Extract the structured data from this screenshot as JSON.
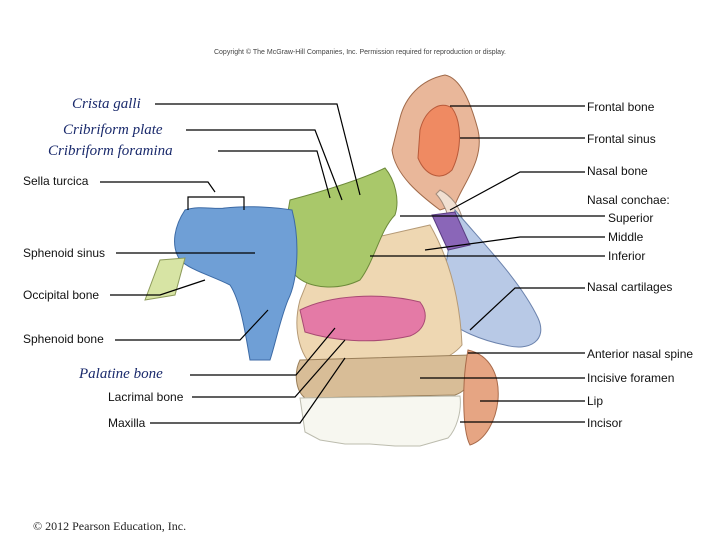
{
  "copyright": "Copyright © The McGraw-Hill Companies, Inc. Permission required for reproduction or display.",
  "footer": "© 2012 Pearson Education, Inc.",
  "labels_left": {
    "crista_galli": "Crista galli",
    "cribriform_plate": "Cribriform plate",
    "cribriform_foramina": "Cribriform foramina",
    "sella_turcica": "Sella turcica",
    "sphenoid_sinus": "Sphenoid sinus",
    "occipital_bone": "Occipital bone",
    "sphenoid_bone": "Sphenoid bone",
    "palatine_bone": "Palatine bone",
    "lacrimal_bone": "Lacrimal bone",
    "maxilla": "Maxilla"
  },
  "labels_right": {
    "frontal_bone": "Frontal bone",
    "frontal_sinus": "Frontal sinus",
    "nasal_bone": "Nasal bone",
    "nasal_conchae": "Nasal conchae:",
    "superior": "Superior",
    "middle": "Middle",
    "inferior": "Inferior",
    "nasal_cartilages": "Nasal cartilages",
    "anterior_nasal_spine": "Anterior nasal spine",
    "incisive_foramen": "Incisive foramen",
    "lip": "Lip",
    "incisor": "Incisor"
  },
  "colors": {
    "frontal_bone": "#e9b79a",
    "frontal_sinus": "#ef8a62",
    "ethmoid": "#a9c86a",
    "sphenoid": "#6f9fd6",
    "palatine": "#e47aa6",
    "maxilla": "#eed7b2",
    "nasal_cartilage": "#b8c9e6",
    "vomer": "#8a66b8",
    "lip": "#e6a583",
    "teeth": "#f7f7f0"
  }
}
